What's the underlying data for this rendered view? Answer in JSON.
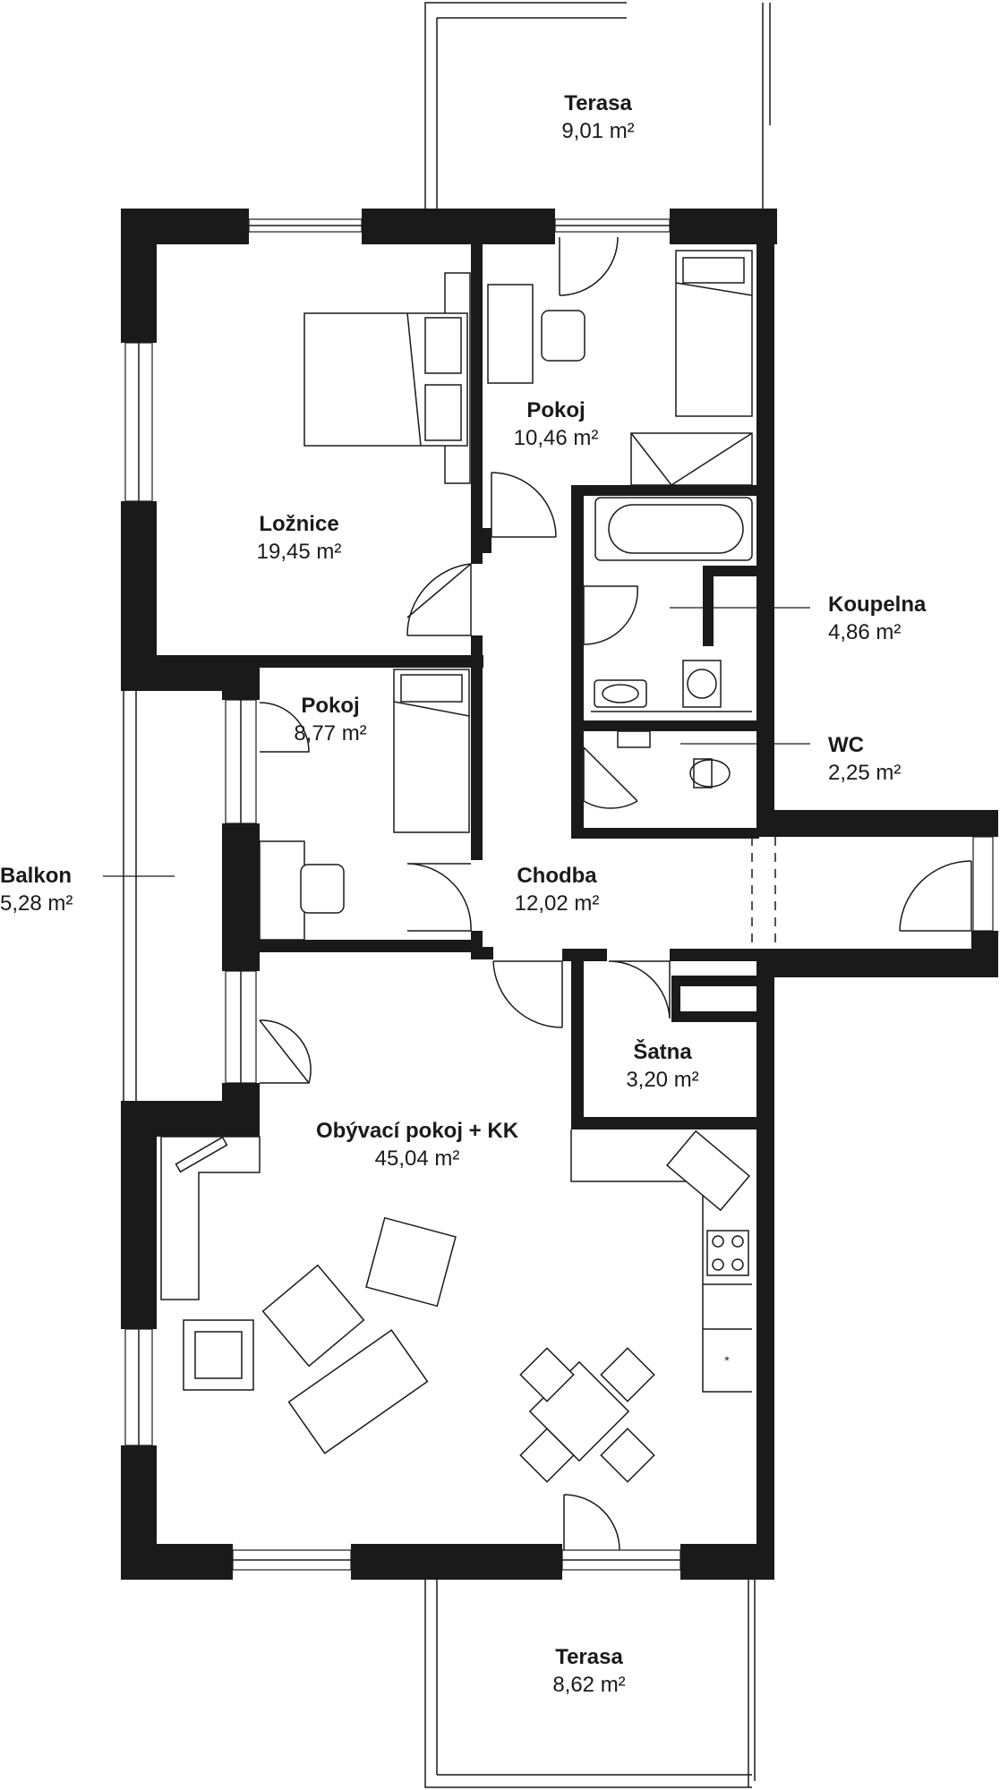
{
  "rooms": {
    "terasa_top": {
      "name": "Terasa",
      "area": "9,01 m²"
    },
    "loznice": {
      "name": "Ložnice",
      "area": "19,45 m²"
    },
    "pokoj_1": {
      "name": "Pokoj",
      "area": "10,46 m²"
    },
    "koupelna": {
      "name": "Koupelna",
      "area": "4,86 m²"
    },
    "pokoj_2": {
      "name": "Pokoj",
      "area": "8,77 m²"
    },
    "wc": {
      "name": "WC",
      "area": "2,25 m²"
    },
    "balkon": {
      "name": "Balkon",
      "area": "5,28 m²"
    },
    "chodba": {
      "name": "Chodba",
      "area": "12,02 m²"
    },
    "satna": {
      "name": "Šatna",
      "area": "3,20 m²"
    },
    "obyvaci": {
      "name": "Obývací pokoj + KK",
      "area": "45,04 m²"
    },
    "terasa_bottom": {
      "name": "Terasa",
      "area": "8,62 m²"
    }
  },
  "colors": {
    "wall": "#1a1a1a",
    "background": "#ffffff"
  }
}
